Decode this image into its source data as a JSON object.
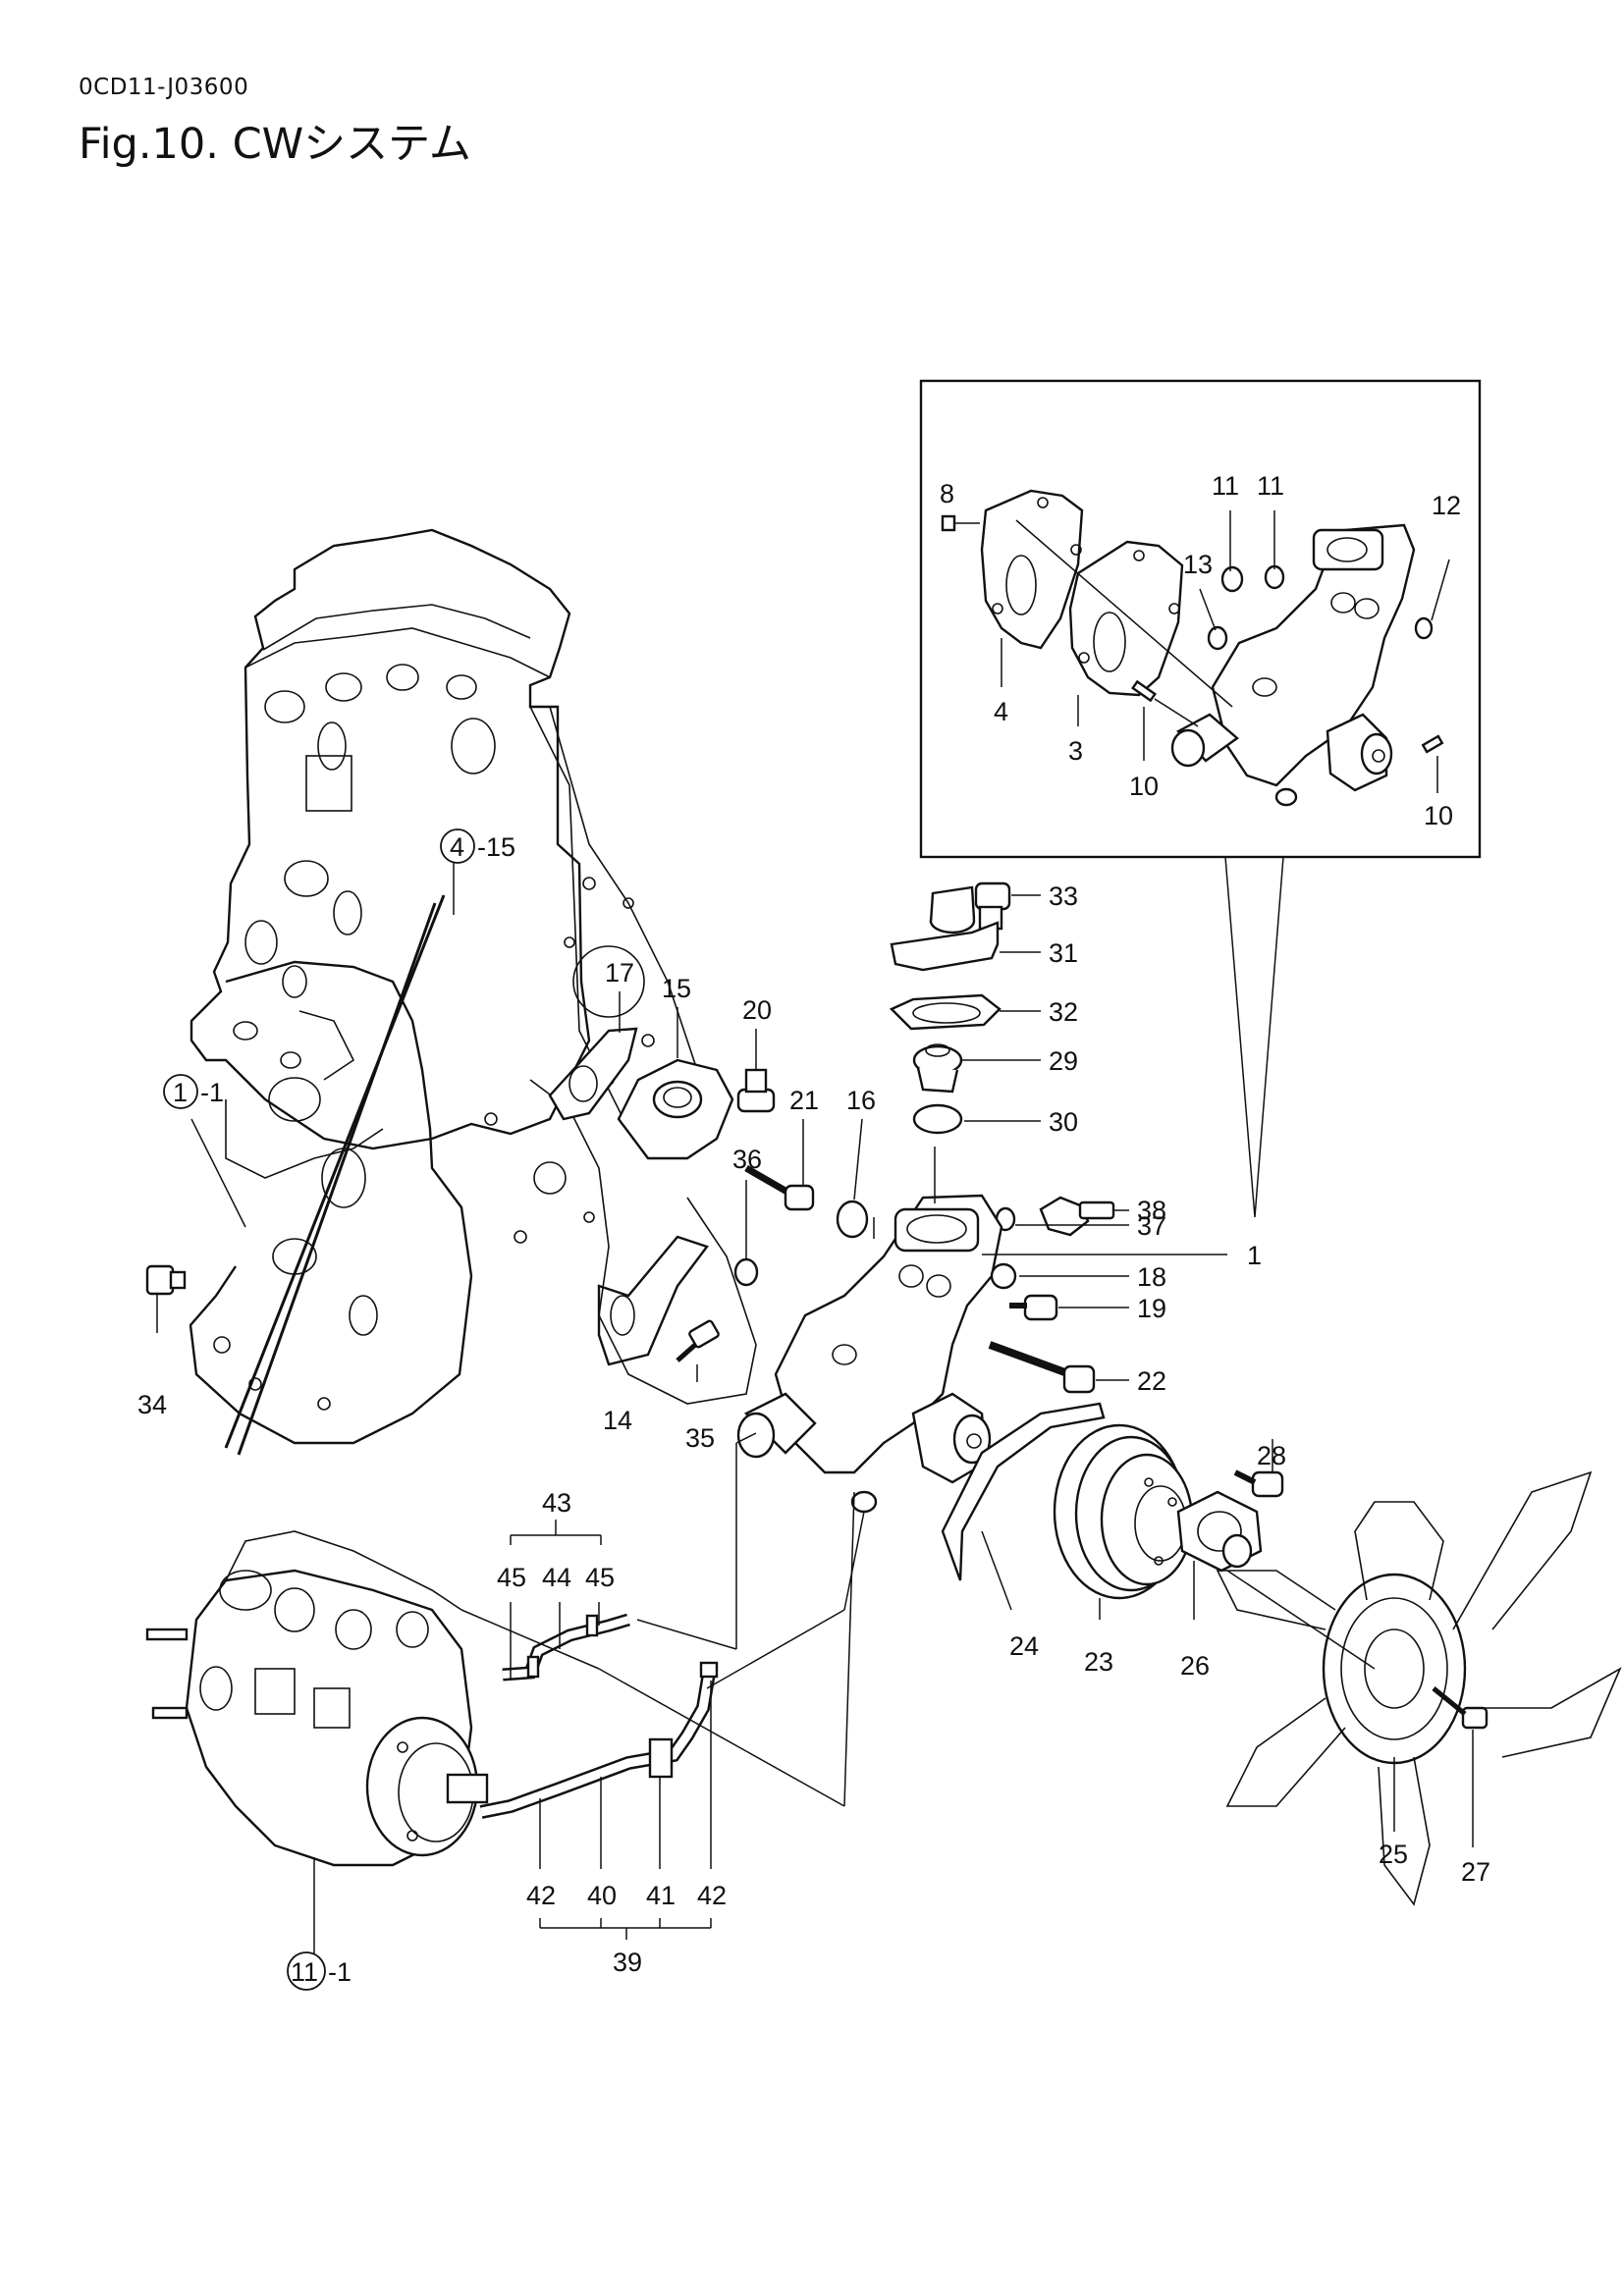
{
  "header": {
    "doc_code": "0CD11-J03600",
    "title": "Fig.10.  CWシステム"
  },
  "callouts": [
    {
      "id": "c8",
      "text": "8"
    },
    {
      "id": "c11a",
      "text": "11"
    },
    {
      "id": "c11b",
      "text": "11"
    },
    {
      "id": "c12",
      "text": "12"
    },
    {
      "id": "c13",
      "text": "13"
    },
    {
      "id": "c4",
      "text": "4"
    },
    {
      "id": "c3",
      "text": "3"
    },
    {
      "id": "c10a",
      "text": "10"
    },
    {
      "id": "c10b",
      "text": "10"
    },
    {
      "id": "c33",
      "text": "33"
    },
    {
      "id": "c31",
      "text": "31"
    },
    {
      "id": "c32",
      "text": "32"
    },
    {
      "id": "c29",
      "text": "29"
    },
    {
      "id": "c30",
      "text": "30"
    },
    {
      "id": "c17",
      "text": "17"
    },
    {
      "id": "c15",
      "text": "15"
    },
    {
      "id": "c20",
      "text": "20"
    },
    {
      "id": "c21",
      "text": "21"
    },
    {
      "id": "c16",
      "text": "16"
    },
    {
      "id": "c36",
      "text": "36"
    },
    {
      "id": "c38",
      "text": "38"
    },
    {
      "id": "c37",
      "text": "37"
    },
    {
      "id": "c1",
      "text": "1"
    },
    {
      "id": "c18",
      "text": "18"
    },
    {
      "id": "c19",
      "text": "19"
    },
    {
      "id": "c22",
      "text": "22"
    },
    {
      "id": "c34",
      "text": "34"
    },
    {
      "id": "c14",
      "text": "14"
    },
    {
      "id": "c35",
      "text": "35"
    },
    {
      "id": "c28",
      "text": "28"
    },
    {
      "id": "c43",
      "text": "43"
    },
    {
      "id": "c45a",
      "text": "45"
    },
    {
      "id": "c44",
      "text": "44"
    },
    {
      "id": "c45b",
      "text": "45"
    },
    {
      "id": "c24",
      "text": "24"
    },
    {
      "id": "c23",
      "text": "23"
    },
    {
      "id": "c26",
      "text": "26"
    },
    {
      "id": "c42a",
      "text": "42"
    },
    {
      "id": "c40",
      "text": "40"
    },
    {
      "id": "c41",
      "text": "41"
    },
    {
      "id": "c42b",
      "text": "42"
    },
    {
      "id": "c39",
      "text": "39"
    },
    {
      "id": "c25",
      "text": "25"
    },
    {
      "id": "c27",
      "text": "27"
    }
  ],
  "references": [
    {
      "id": "r4",
      "circle": "4",
      "suffix": "-15"
    },
    {
      "id": "r1",
      "circle": "1",
      "suffix": "-1"
    },
    {
      "id": "r11",
      "circle": "11",
      "suffix": "-1"
    }
  ]
}
